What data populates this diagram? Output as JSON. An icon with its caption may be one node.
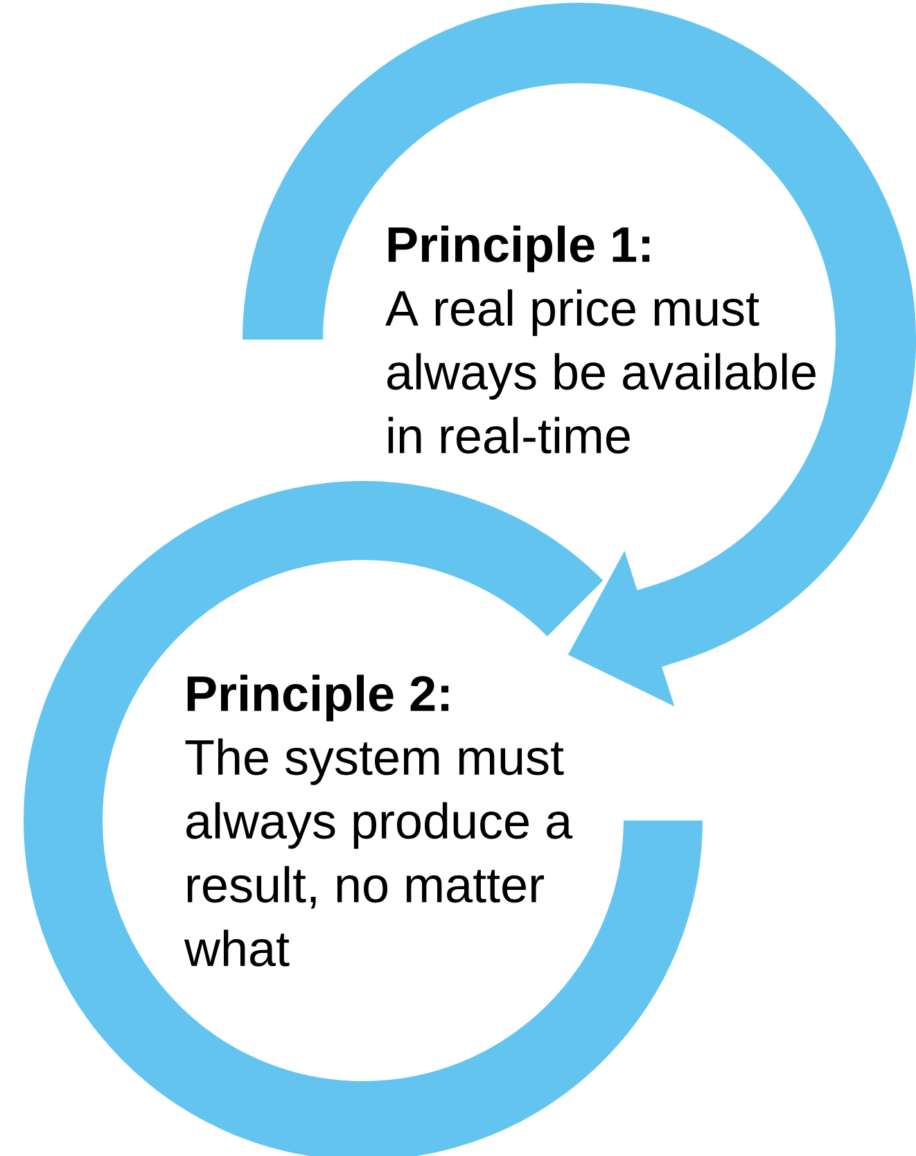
{
  "diagram": {
    "nodes": [
      {
        "text": [
          "Principle 1:",
          "A real price must always be available in real-time"
        ]
      },
      {
        "text": [
          "Principle 2:",
          "The system must always produce a result, no matter what"
        ]
      }
    ],
    "edges": [
      {
        "from": 0,
        "to": 1,
        "arrow": "to"
      }
    ]
  }
}
